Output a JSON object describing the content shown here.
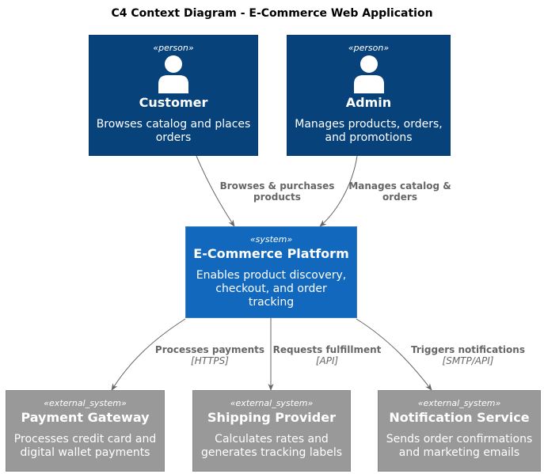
{
  "title": "C4 Context Diagram - E-Commerce Web Application",
  "colors": {
    "person": "#08427b",
    "system": "#1168bd",
    "external_system": "#999999",
    "edge": "#666666"
  },
  "nodes": {
    "customer": {
      "stereotype": "«person»",
      "icon": "person-icon",
      "name": "Customer",
      "description": "Browses catalog and places orders"
    },
    "admin": {
      "stereotype": "«person»",
      "icon": "person-icon",
      "name": "Admin",
      "description": "Manages products, orders, and promotions"
    },
    "platform": {
      "stereotype": "«system»",
      "name": "E-Commerce Platform",
      "description": "Enables product discovery, checkout, and order tracking"
    },
    "payment": {
      "stereotype": "«external_system»",
      "name": "Payment Gateway",
      "description": "Processes credit card and digital wallet payments"
    },
    "shipping": {
      "stereotype": "«external_system»",
      "name": "Shipping Provider",
      "description": "Calculates rates and generates tracking labels"
    },
    "notification": {
      "stereotype": "«external_system»",
      "name": "Notification Service",
      "description": "Sends order confirmations and marketing emails"
    }
  },
  "edges": [
    {
      "from": "Customer",
      "to": "E-Commerce Platform",
      "label_line1": "Browses & purchases",
      "label_line2": "products",
      "technology": ""
    },
    {
      "from": "Admin",
      "to": "E-Commerce Platform",
      "label_line1": "Manages catalog &",
      "label_line2": "orders",
      "technology": ""
    },
    {
      "from": "E-Commerce Platform",
      "to": "Payment Gateway",
      "label_line1": "Processes payments",
      "label_line2": "",
      "technology": "[HTTPS]"
    },
    {
      "from": "E-Commerce Platform",
      "to": "Shipping Provider",
      "label_line1": "Requests fulfillment",
      "label_line2": "",
      "technology": "[API]"
    },
    {
      "from": "E-Commerce Platform",
      "to": "Notification Service",
      "label_line1": "Triggers notifications",
      "label_line2": "",
      "technology": "[SMTP/API]"
    }
  ]
}
